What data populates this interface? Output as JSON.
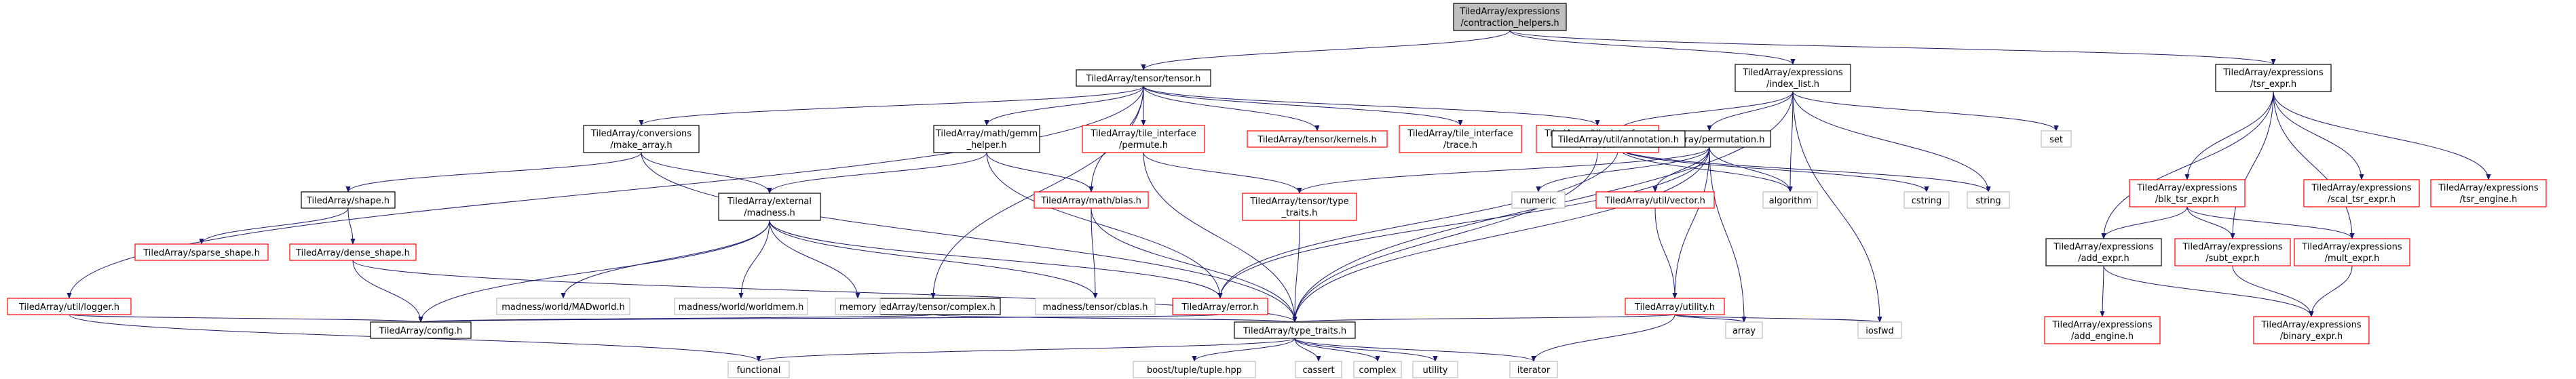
{
  "colors": {
    "edge": "#191970",
    "root_fill": "#bfbfbf",
    "normal_border": "#000000",
    "broken_border": "#ff0000",
    "external_border": "#bfbfbf"
  },
  "nodes": [
    {
      "id": "contraction_helpers",
      "kind": "root",
      "lines": [
        "TiledArray/expressions",
        "/contraction_helpers.h"
      ]
    },
    {
      "id": "tensor",
      "kind": "normal",
      "lines": [
        "TiledArray/tensor/tensor.h"
      ]
    },
    {
      "id": "index_list",
      "kind": "normal",
      "lines": [
        "TiledArray/expressions",
        "/index_list.h"
      ]
    },
    {
      "id": "tsr_expr",
      "kind": "normal",
      "lines": [
        "TiledArray/expressions",
        "/tsr_expr.h"
      ]
    },
    {
      "id": "logger",
      "kind": "broken",
      "lines": [
        "TiledArray/util/logger.h"
      ]
    },
    {
      "id": "make_array",
      "kind": "normal",
      "lines": [
        "TiledArray/conversions",
        "/make_array.h"
      ]
    },
    {
      "id": "complex",
      "kind": "normal",
      "lines": [
        "TiledArray/tensor/complex.h"
      ]
    },
    {
      "id": "gemm_helper",
      "kind": "normal",
      "lines": [
        "TiledArray/math/gemm",
        "_helper.h"
      ]
    },
    {
      "id": "permute",
      "kind": "broken",
      "lines": [
        "TiledArray/tile_interface",
        "/permute.h"
      ]
    },
    {
      "id": "kernels",
      "kind": "broken",
      "lines": [
        "TiledArray/tensor/kernels.h"
      ]
    },
    {
      "id": "trace",
      "kind": "broken",
      "lines": [
        "TiledArray/tile_interface",
        "/trace.h"
      ]
    },
    {
      "id": "clone",
      "kind": "broken",
      "lines": [
        "TiledArray/tile_interface",
        "/clone.h"
      ]
    },
    {
      "id": "permutation",
      "kind": "normal",
      "lines": [
        "TiledArray/permutation.h"
      ]
    },
    {
      "id": "annotation",
      "kind": "normal",
      "lines": [
        "TiledArray/util/annotation.h"
      ]
    },
    {
      "id": "set",
      "kind": "external",
      "lines": [
        "set"
      ]
    },
    {
      "id": "blk_tsr_expr",
      "kind": "broken",
      "lines": [
        "TiledArray/expressions",
        "/blk_tsr_expr.h"
      ]
    },
    {
      "id": "scal_tsr_expr",
      "kind": "broken",
      "lines": [
        "TiledArray/expressions",
        "/scal_tsr_expr.h"
      ]
    },
    {
      "id": "tsr_engine",
      "kind": "broken",
      "lines": [
        "TiledArray/expressions",
        "/tsr_engine.h"
      ]
    },
    {
      "id": "shape",
      "kind": "normal",
      "lines": [
        "TiledArray/shape.h"
      ]
    },
    {
      "id": "madness",
      "kind": "normal",
      "lines": [
        "TiledArray/external",
        "/madness.h"
      ]
    },
    {
      "id": "blas",
      "kind": "broken",
      "lines": [
        "TiledArray/math/blas.h"
      ]
    },
    {
      "id": "tensor_type_traits",
      "kind": "broken",
      "lines": [
        "TiledArray/tensor/type",
        "_traits.h"
      ]
    },
    {
      "id": "numeric",
      "kind": "external",
      "lines": [
        "numeric"
      ]
    },
    {
      "id": "vector",
      "kind": "broken",
      "lines": [
        "TiledArray/util/vector.h"
      ]
    },
    {
      "id": "algorithm",
      "kind": "external",
      "lines": [
        "algorithm"
      ]
    },
    {
      "id": "cstring",
      "kind": "external",
      "lines": [
        "cstring"
      ]
    },
    {
      "id": "string",
      "kind": "external",
      "lines": [
        "string"
      ]
    },
    {
      "id": "add_expr",
      "kind": "normal",
      "lines": [
        "TiledArray/expressions",
        "/add_expr.h"
      ]
    },
    {
      "id": "subt_expr",
      "kind": "broken",
      "lines": [
        "TiledArray/expressions",
        "/subt_expr.h"
      ]
    },
    {
      "id": "mult_expr",
      "kind": "broken",
      "lines": [
        "TiledArray/expressions",
        "/mult_expr.h"
      ]
    },
    {
      "id": "sparse_shape",
      "kind": "broken",
      "lines": [
        "TiledArray/sparse_shape.h"
      ]
    },
    {
      "id": "dense_shape",
      "kind": "broken",
      "lines": [
        "TiledArray/dense_shape.h"
      ]
    },
    {
      "id": "madworld",
      "kind": "external",
      "lines": [
        "madness/world/MADworld.h"
      ]
    },
    {
      "id": "worldmem",
      "kind": "external",
      "lines": [
        "madness/world/worldmem.h"
      ]
    },
    {
      "id": "memory",
      "kind": "external",
      "lines": [
        "memory"
      ]
    },
    {
      "id": "cblas",
      "kind": "external",
      "lines": [
        "madness/tensor/cblas.h"
      ]
    },
    {
      "id": "error",
      "kind": "broken",
      "lines": [
        "TiledArray/error.h"
      ]
    },
    {
      "id": "utility",
      "kind": "broken",
      "lines": [
        "TiledArray/utility.h"
      ]
    },
    {
      "id": "add_engine",
      "kind": "broken",
      "lines": [
        "TiledArray/expressions",
        "/add_engine.h"
      ]
    },
    {
      "id": "binary_expr",
      "kind": "broken",
      "lines": [
        "TiledArray/expressions",
        "/binary_expr.h"
      ]
    },
    {
      "id": "config",
      "kind": "normal",
      "lines": [
        "TiledArray/config.h"
      ]
    },
    {
      "id": "type_traits",
      "kind": "normal",
      "lines": [
        "TiledArray/type_traits.h"
      ]
    },
    {
      "id": "array",
      "kind": "external",
      "lines": [
        "array"
      ]
    },
    {
      "id": "iosfwd",
      "kind": "external",
      "lines": [
        "iosfwd"
      ]
    },
    {
      "id": "functional",
      "kind": "external",
      "lines": [
        "functional"
      ]
    },
    {
      "id": "tuple",
      "kind": "external",
      "lines": [
        "boost/tuple/tuple.hpp"
      ]
    },
    {
      "id": "cassert",
      "kind": "external",
      "lines": [
        "cassert"
      ]
    },
    {
      "id": "complex_std",
      "kind": "external",
      "lines": [
        "complex"
      ]
    },
    {
      "id": "utility_std",
      "kind": "external",
      "lines": [
        "utility"
      ]
    },
    {
      "id": "iterator",
      "kind": "external",
      "lines": [
        "iterator"
      ]
    }
  ],
  "edges": [
    [
      "contraction_helpers",
      "tensor"
    ],
    [
      "contraction_helpers",
      "index_list"
    ],
    [
      "contraction_helpers",
      "tsr_expr"
    ],
    [
      "tensor",
      "logger"
    ],
    [
      "tensor",
      "make_array"
    ],
    [
      "tensor",
      "complex"
    ],
    [
      "tensor",
      "gemm_helper"
    ],
    [
      "tensor",
      "permute"
    ],
    [
      "tensor",
      "kernels"
    ],
    [
      "tensor",
      "trace"
    ],
    [
      "tensor",
      "clone"
    ],
    [
      "tensor",
      "blas"
    ],
    [
      "index_list",
      "permutation"
    ],
    [
      "index_list",
      "annotation"
    ],
    [
      "index_list",
      "set"
    ],
    [
      "index_list",
      "algorithm"
    ],
    [
      "index_list",
      "iosfwd"
    ],
    [
      "index_list",
      "string"
    ],
    [
      "index_list",
      "type_traits"
    ],
    [
      "tsr_expr",
      "blk_tsr_expr"
    ],
    [
      "tsr_expr",
      "scal_tsr_expr"
    ],
    [
      "tsr_expr",
      "tsr_engine"
    ],
    [
      "tsr_expr",
      "add_expr"
    ],
    [
      "tsr_expr",
      "subt_expr"
    ],
    [
      "tsr_expr",
      "mult_expr"
    ],
    [
      "logger",
      "config"
    ],
    [
      "logger",
      "functional"
    ],
    [
      "make_array",
      "shape"
    ],
    [
      "make_array",
      "madness"
    ],
    [
      "make_array",
      "type_traits"
    ],
    [
      "complex",
      "config"
    ],
    [
      "complex",
      "type_traits"
    ],
    [
      "gemm_helper",
      "madness"
    ],
    [
      "gemm_helper",
      "blas"
    ],
    [
      "gemm_helper",
      "error"
    ],
    [
      "permute",
      "tensor_type_traits"
    ],
    [
      "permute",
      "type_traits"
    ],
    [
      "clone",
      "type_traits"
    ],
    [
      "permutation",
      "tensor_type_traits"
    ],
    [
      "permutation",
      "numeric"
    ],
    [
      "permutation",
      "vector"
    ],
    [
      "permutation",
      "algorithm"
    ],
    [
      "permutation",
      "error"
    ],
    [
      "permutation",
      "utility"
    ],
    [
      "permutation",
      "array"
    ],
    [
      "permutation",
      "type_traits"
    ],
    [
      "annotation",
      "algorithm"
    ],
    [
      "annotation",
      "cstring"
    ],
    [
      "annotation",
      "string"
    ],
    [
      "annotation",
      "error"
    ],
    [
      "blk_tsr_expr",
      "add_expr"
    ],
    [
      "blk_tsr_expr",
      "subt_expr"
    ],
    [
      "blk_tsr_expr",
      "mult_expr"
    ],
    [
      "shape",
      "sparse_shape"
    ],
    [
      "shape",
      "dense_shape"
    ],
    [
      "madness",
      "madworld"
    ],
    [
      "madness",
      "worldmem"
    ],
    [
      "madness",
      "memory"
    ],
    [
      "madness",
      "cblas"
    ],
    [
      "madness",
      "error"
    ],
    [
      "madness",
      "config"
    ],
    [
      "blas",
      "cblas"
    ],
    [
      "blas",
      "type_traits"
    ],
    [
      "tensor_type_traits",
      "type_traits"
    ],
    [
      "vector",
      "utility"
    ],
    [
      "add_expr",
      "add_engine"
    ],
    [
      "add_expr",
      "binary_expr"
    ],
    [
      "subt_expr",
      "binary_expr"
    ],
    [
      "mult_expr",
      "binary_expr"
    ],
    [
      "dense_shape",
      "config"
    ],
    [
      "dense_shape",
      "type_traits"
    ],
    [
      "error",
      "config"
    ],
    [
      "utility",
      "type_traits"
    ],
    [
      "utility",
      "array"
    ],
    [
      "utility",
      "iosfwd"
    ],
    [
      "utility",
      "iterator"
    ],
    [
      "type_traits",
      "functional"
    ],
    [
      "type_traits",
      "tuple"
    ],
    [
      "type_traits",
      "cassert"
    ],
    [
      "type_traits",
      "complex_std"
    ],
    [
      "type_traits",
      "utility_std"
    ],
    [
      "type_traits",
      "iterator"
    ]
  ]
}
